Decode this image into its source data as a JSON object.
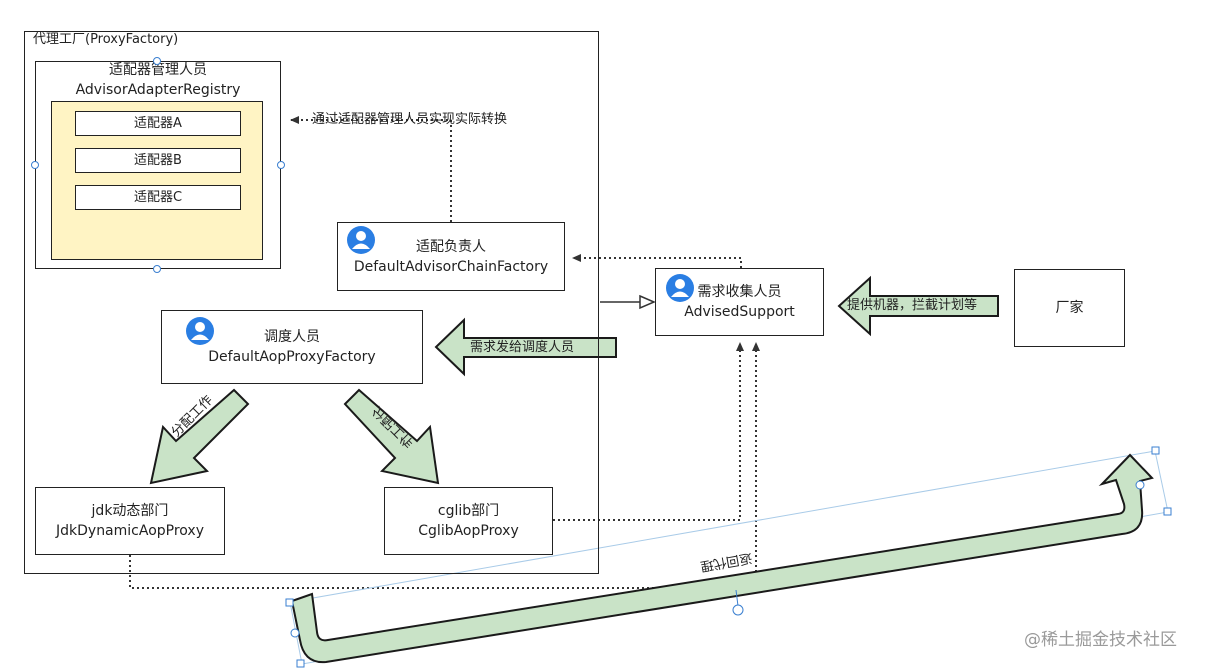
{
  "proxy_factory": {
    "title": "代理工厂(ProxyFactory)"
  },
  "registry": {
    "name": "适配器管理人员",
    "class": "AdvisorAdapterRegistry"
  },
  "adapters": [
    "适配器A",
    "适配器B",
    "适配器C"
  ],
  "chain_factory": {
    "name": "适配负责人",
    "class": "DefaultAdvisorChainFactory"
  },
  "aop_factory": {
    "name": "调度人员",
    "class": "DefaultAopProxyFactory"
  },
  "jdk_proxy": {
    "name": "jdk动态部门",
    "class": "JdkDynamicAopProxy"
  },
  "cglib_proxy": {
    "name": "cglib部门",
    "class": "CglibAopProxy"
  },
  "advised_support": {
    "name": "需求收集人员",
    "class": "AdvisedSupport"
  },
  "manufacturer": {
    "name": "厂家"
  },
  "labels": {
    "convert": "通过适配器管理人员实现实际转换",
    "dispatch_demand": "需求发给调度人员",
    "provide": "提供机器，拦截计划等",
    "assign_work": "分配工作",
    "assign_work_2": "分配工作",
    "return_proxy": "返回代理"
  },
  "watermark": "@稀土掘金技术社区",
  "colors": {
    "arrow_fill": "#c9e3c7",
    "arrow_stroke": "#1a1a1a",
    "registry_inner": "#fff4c4",
    "person_icon": "#2a7ee3"
  }
}
